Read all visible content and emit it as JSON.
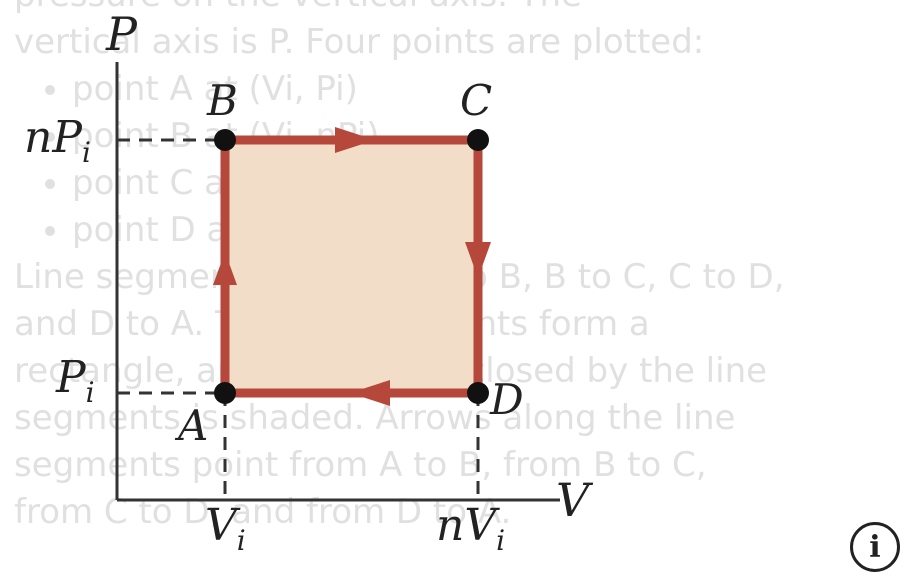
{
  "alt_text": {
    "line1": "pressure on the vertical axis. The",
    "line2": "vertical axis is P. Four points are plotted:",
    "bullets": [
      "point A at (Vi, Pi)",
      "point B at (Vi, nPi)",
      "point C at (n Vi, n Pi)",
      "point D at (n Vi, Pi)"
    ],
    "para": [
      "Line segments connect A to B, B to C, C to D,",
      "and D to A. The line segments form a",
      "rectangle, and the area enclosed by the line",
      "segments is shaded. Arrows along the line",
      "segments point from A to B, from B to C,",
      "from C to D, and from D to A."
    ]
  },
  "diagram": {
    "axis_y_label": "P",
    "axis_x_label": "V",
    "tick_y_top": {
      "coef": "n",
      "var": "P",
      "sub": "i"
    },
    "tick_y_bottom": {
      "var": "P",
      "sub": "i"
    },
    "tick_x_left": {
      "var": "V",
      "sub": "i"
    },
    "tick_x_right": {
      "coef": "n",
      "var": "V",
      "sub": "i"
    },
    "points": [
      {
        "label": "A",
        "V": 1,
        "P": 1
      },
      {
        "label": "B",
        "V": 1,
        "P": "n"
      },
      {
        "label": "C",
        "V": "n",
        "P": "n"
      },
      {
        "label": "D",
        "V": "n",
        "P": 1
      }
    ],
    "colors": {
      "path": "#b5483a",
      "fill": "#f2ddc8",
      "dash": "#333333"
    }
  },
  "icons": {
    "info": "i"
  }
}
